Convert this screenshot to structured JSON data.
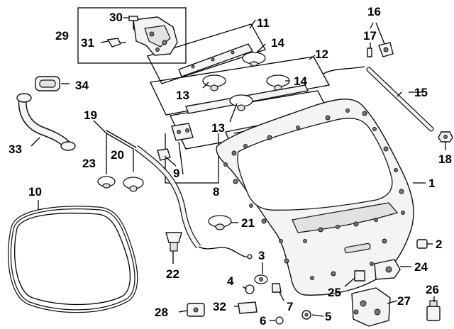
{
  "callouts": {
    "c1": "1",
    "c2": "2",
    "c3": "3",
    "c4": "4",
    "c5": "5",
    "c6": "6",
    "c7": "7",
    "c8": "8",
    "c9": "9",
    "c10": "10",
    "c11": "11",
    "c12": "12",
    "c13a": "13",
    "c13b": "13",
    "c14a": "14",
    "c14b": "14",
    "c15": "15",
    "c16": "16",
    "c17": "17",
    "c18": "18",
    "c19": "19",
    "c20": "20",
    "c21": "21",
    "c22": "22",
    "c23": "23",
    "c24": "24",
    "c25": "25",
    "c26": "26",
    "c27": "27",
    "c28": "28",
    "c29": "29",
    "c30": "30",
    "c31": "31",
    "c32": "32",
    "c33": "33",
    "c34": "34"
  }
}
